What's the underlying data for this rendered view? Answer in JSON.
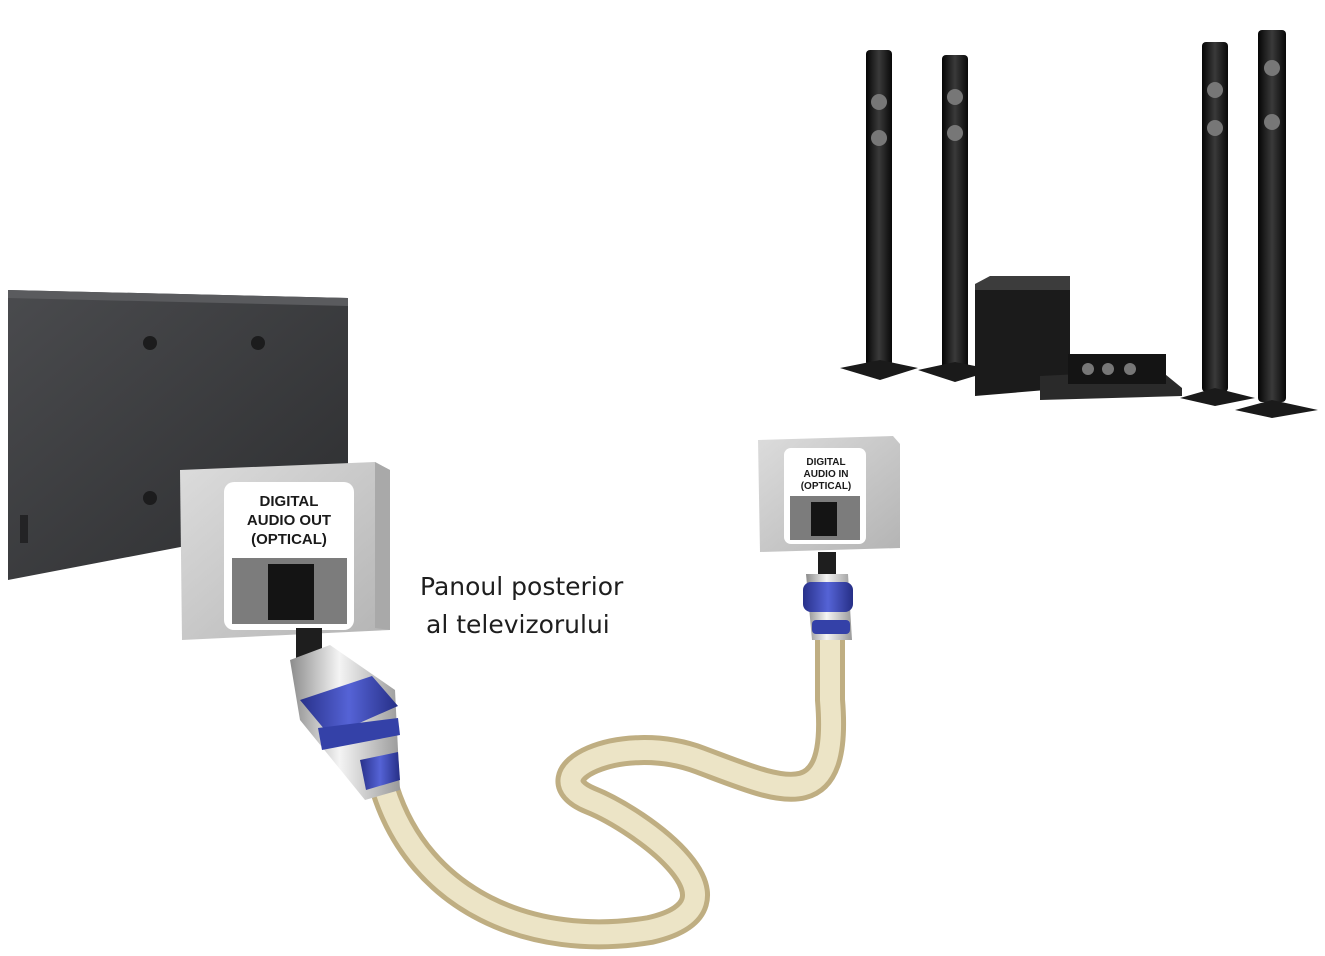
{
  "tv_port": {
    "lines": [
      "DIGITAL",
      "AUDIO OUT",
      "(OPTICAL)"
    ]
  },
  "device_port": {
    "lines": [
      "DIGITAL",
      "AUDIO IN",
      "(OPTICAL)"
    ]
  },
  "caption": {
    "line1": "Panoul posterior",
    "line2": "al televizorului"
  },
  "colors": {
    "tv_body": "#3a3b3d",
    "port_plate": "#c9c9c9",
    "cable": "#e6dcb8",
    "connector_ring": "#3946b0",
    "speaker": "#111111"
  },
  "icons": [
    "tv-rear-panel-icon",
    "home-theater-system-icon",
    "optical-cable-icon"
  ]
}
